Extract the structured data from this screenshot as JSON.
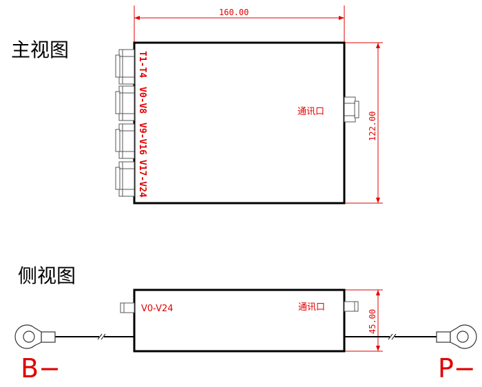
{
  "top_view": {
    "title": "主视图",
    "width_dim": "160.00",
    "height_dim": "122.00",
    "port_labels": [
      "T1-T4",
      "V0-V8",
      "V9-V16",
      "V17-V24"
    ],
    "comm_label": "通讯口"
  },
  "side_view": {
    "title": "侧视图",
    "range_label": "V0-V24",
    "comm_label": "通讯口",
    "height_dim": "45.00",
    "left_terminal": "B−",
    "right_terminal": "P−"
  },
  "colors": {
    "line": "#000000",
    "dimension": "#e00000",
    "connector": "#666666"
  }
}
